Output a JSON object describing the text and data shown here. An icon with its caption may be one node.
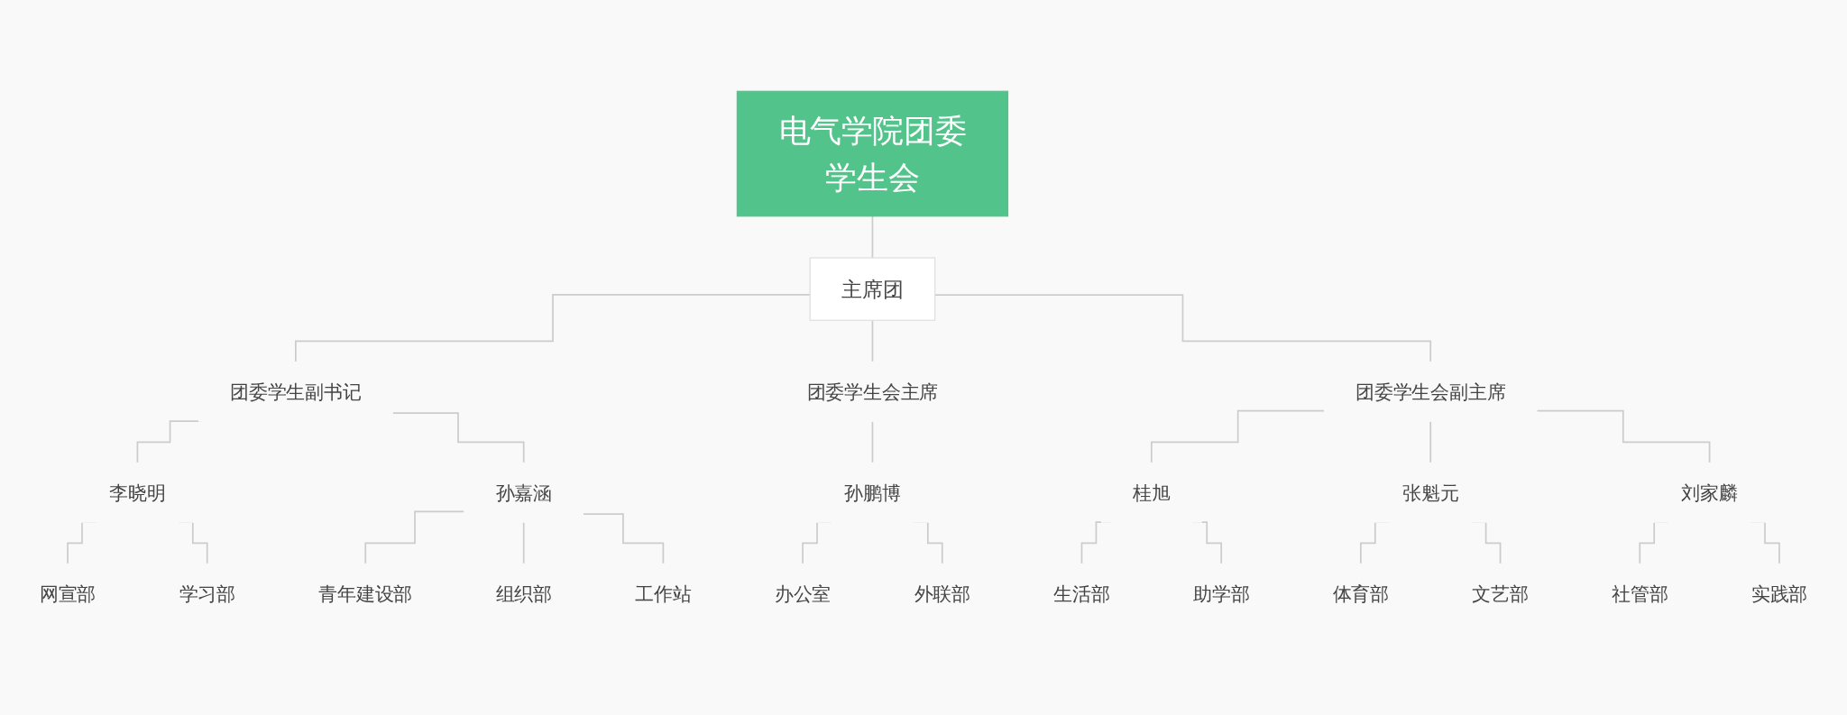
{
  "diagram": {
    "nodes": [
      {
        "text": [
          "电气学院团委学生会"
        ]
      },
      {
        "text": [
          "主席团"
        ]
      },
      {
        "text": [
          "团委学生副书记"
        ]
      },
      {
        "text": [
          "团委学生会主席"
        ]
      },
      {
        "text": [
          "团委学生会副主席"
        ]
      },
      {
        "text": [
          "李晓明"
        ]
      },
      {
        "text": [
          "孙嘉涵"
        ]
      },
      {
        "text": [
          "孙鹏博"
        ]
      },
      {
        "text": [
          "桂旭"
        ]
      },
      {
        "text": [
          "张魁元"
        ]
      },
      {
        "text": [
          "刘家麟"
        ]
      },
      {
        "text": [
          "网宣部"
        ]
      },
      {
        "text": [
          "学习部"
        ]
      },
      {
        "text": [
          "青年建设部"
        ]
      },
      {
        "text": [
          "组织部"
        ]
      },
      {
        "text": [
          "工作站"
        ]
      },
      {
        "text": [
          "办公室"
        ]
      },
      {
        "text": [
          "外联部"
        ]
      },
      {
        "text": [
          "生活部"
        ]
      },
      {
        "text": [
          "助学部"
        ]
      },
      {
        "text": [
          "体育部"
        ]
      },
      {
        "text": [
          "文艺部"
        ]
      },
      {
        "text": [
          "社管部"
        ]
      },
      {
        "text": [
          "实践部"
        ]
      }
    ],
    "edges": [
      {
        "from": 0,
        "to": 1,
        "arrow": "none"
      },
      {
        "from": 1,
        "to": 2,
        "arrow": "none"
      },
      {
        "from": 1,
        "to": 3,
        "arrow": "none"
      },
      {
        "from": 1,
        "to": 4,
        "arrow": "none"
      },
      {
        "from": 2,
        "to": 5,
        "arrow": "none"
      },
      {
        "from": 2,
        "to": 6,
        "arrow": "none"
      },
      {
        "from": 3,
        "to": 7,
        "arrow": "none"
      },
      {
        "from": 4,
        "to": 8,
        "arrow": "none"
      },
      {
        "from": 4,
        "to": 9,
        "arrow": "none"
      },
      {
        "from": 4,
        "to": 10,
        "arrow": "none"
      },
      {
        "from": 5,
        "to": 11,
        "arrow": "none"
      },
      {
        "from": 5,
        "to": 12,
        "arrow": "none"
      },
      {
        "from": 6,
        "to": 13,
        "arrow": "none"
      },
      {
        "from": 6,
        "to": 14,
        "arrow": "none"
      },
      {
        "from": 6,
        "to": 15,
        "arrow": "none"
      },
      {
        "from": 7,
        "to": 16,
        "arrow": "none"
      },
      {
        "from": 7,
        "to": 17,
        "arrow": "none"
      },
      {
        "from": 8,
        "to": 18,
        "arrow": "none"
      },
      {
        "from": 8,
        "to": 19,
        "arrow": "none"
      },
      {
        "from": 9,
        "to": 20,
        "arrow": "none"
      },
      {
        "from": 9,
        "to": 21,
        "arrow": "none"
      },
      {
        "from": 10,
        "to": 22,
        "arrow": "none"
      },
      {
        "from": 10,
        "to": 23,
        "arrow": "none"
      }
    ]
  }
}
